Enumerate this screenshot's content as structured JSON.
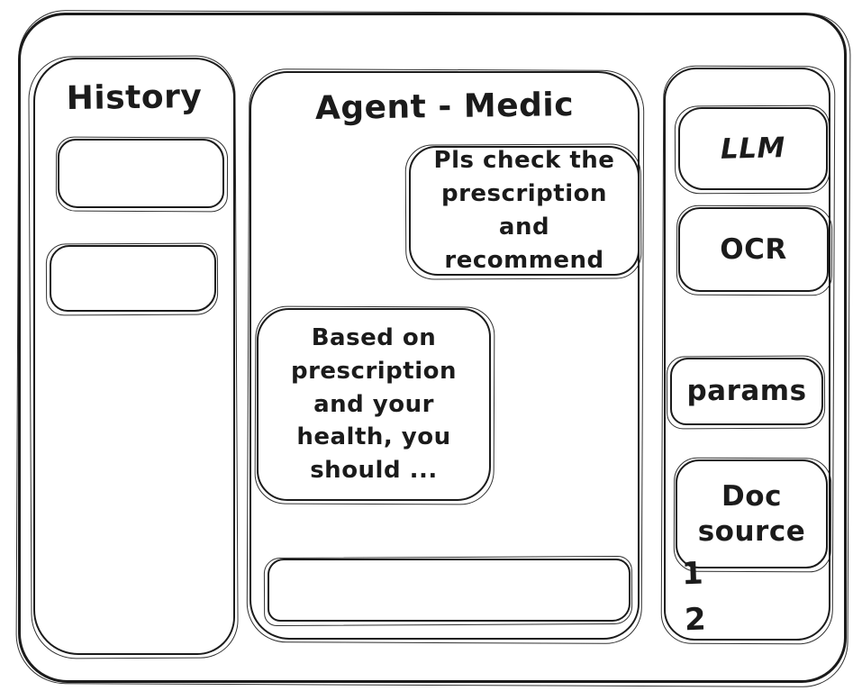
{
  "window": {
    "background": "#ffffff",
    "ink": "#1b1b1b"
  },
  "history_panel": {
    "title": "History",
    "items": [
      {
        "label": ""
      },
      {
        "label": ""
      }
    ]
  },
  "chat_panel": {
    "title": "Agent - Medic",
    "messages": [
      {
        "role": "user",
        "text": "Pls check the prescription and recommend"
      },
      {
        "role": "assistant",
        "text": "Based on prescription and your health, you should ..."
      }
    ],
    "input": {
      "value": "",
      "placeholder": ""
    }
  },
  "tools_panel": {
    "buttons": [
      {
        "label": "LLM"
      },
      {
        "label": "OCR"
      },
      {
        "label": "params"
      },
      {
        "label": "Doc source"
      }
    ],
    "doc_source_items": [
      "1",
      "2"
    ]
  }
}
